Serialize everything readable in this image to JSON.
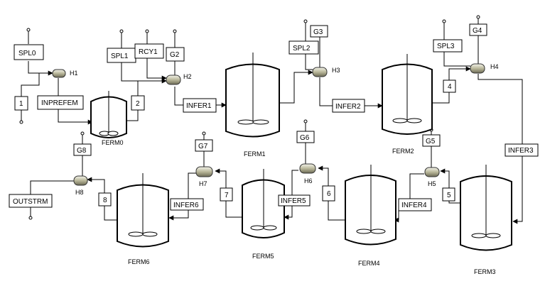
{
  "diagram": {
    "blocks": {
      "fermenters": [
        "FERM0",
        "FERM1",
        "FERM2",
        "FERM3",
        "FERM4",
        "FERM5",
        "FERM6"
      ],
      "heaters": [
        "H1",
        "H2",
        "H3",
        "H4",
        "H5",
        "H6",
        "H7",
        "H8"
      ]
    },
    "streams": {
      "splits": [
        "SPL0",
        "SPL1",
        "SPL2",
        "SPL3"
      ],
      "gases": [
        "G2",
        "G3",
        "G4",
        "G5",
        "G6",
        "G7",
        "G8"
      ],
      "inlets": [
        "INPREFEM",
        "INFER1",
        "INFER2",
        "INFER3",
        "INFER4",
        "INFER5",
        "INFER6"
      ],
      "numbered": [
        "1",
        "2",
        "4",
        "5",
        "6",
        "7",
        "8"
      ],
      "recycle": "RCY1",
      "outlet": "OUTSTRM"
    }
  }
}
